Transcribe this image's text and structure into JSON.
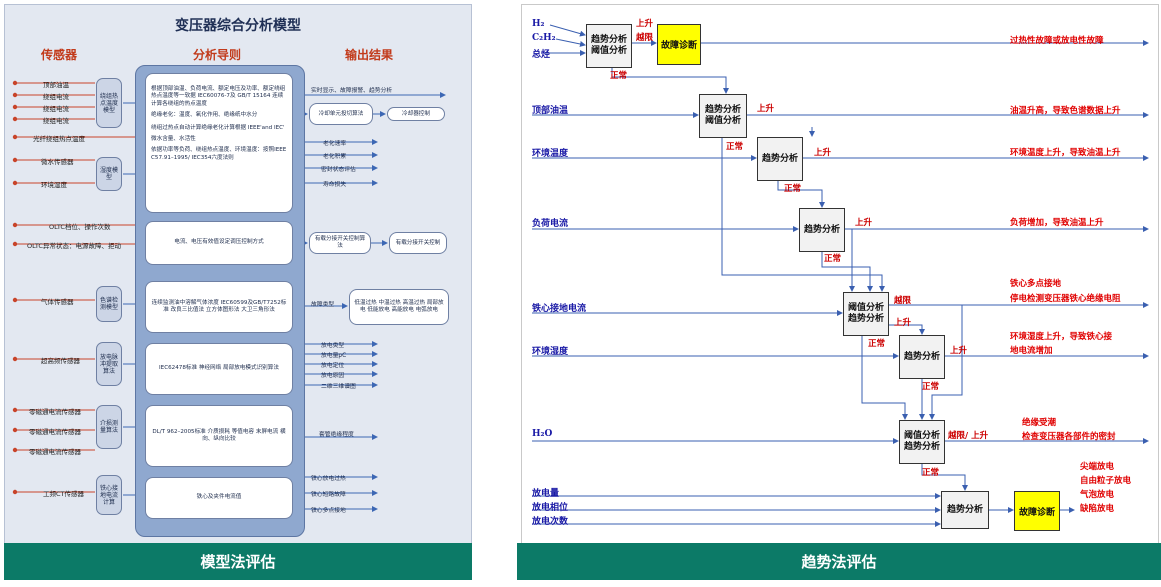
{
  "left": {
    "title": "变压器综合分析模型",
    "headers": {
      "sensors": "传感器",
      "rules": "分析导则",
      "outputs": "输出结果"
    },
    "sensors": [
      "顶部油温",
      "绕组电流",
      "绕组电流",
      "绕组电流",
      "光纤绕组热点温度",
      "微水传感器",
      "环境湿度",
      "OLTC档位、操作次数",
      "OLTC异常状态：电源故障、拒动",
      "气体传感器",
      "超高频传感器",
      "零磁通电流传感器",
      "零磁通电流传感器",
      "零磁通电流传感器",
      "工频CT传感器"
    ],
    "models": [
      "绕组热点温度模型",
      "湿度模型",
      "色谱检测模型",
      "放电脉冲提取算法",
      "介损测量算法",
      "铁心接地电流计算"
    ],
    "rules": {
      "r1": "根据顶部油温、负荷电流、额定电压及功率、额定绕组热点温度等一软据 IEC60076-7及 GB/T 15164 连续计算各绕组的热点温度",
      "r2": "绝缘老化：温度、氧化作用、绝缘纸中水分",
      "r3": "绕组过热点自动计算绝缘老化计算根据 IEEE'and IEC'",
      "r4": "微水含量、水活性",
      "r5": "依据功率等负荷、绕组热点温度、环境温度：按照IEEE C57.91–1995/ IEC354六度法则",
      "r6": "电流、电压有效值设定调压控制方式",
      "r7": "连续监测油中溶解气体浓度 IEC60599及GB/T7252标准 改良三比值法 立方体图形法 大卫三角形法",
      "r8": "IEC62478标准 神经网络 局部放电模式识别算法",
      "r9": "DL/T 962–2005标准 介质损耗 等值电容 末屏电流 横向、纵向比较",
      "r10": "铁心及夹件电流值"
    },
    "outputs": {
      "o1": "实时显示、故障报警、趋势分析",
      "o2box": "冷却单元投切算法",
      "o2res": "冷却器控制",
      "o3": "老化速率",
      "o4": "老化积累",
      "o5": "密封状态评估",
      "o6": "寿命损失",
      "o7box": "有载分接开关控制算法",
      "o7res": "有载分接开关控制",
      "o8": "故障类型",
      "o8res": "低温过热 中温过热 高温过热 局部放电 低能放电 高能放电 电弧放电",
      "pd": [
        "放电类型",
        "放电量pC",
        "放电定位",
        "放电原因",
        "二维三维谱图"
      ],
      "o9": "套管绝缘程度",
      "core": [
        "铁心放电过热",
        "铁心短路故障",
        "铁心多点接地"
      ]
    },
    "footer": "模型法评估"
  },
  "right": {
    "inputs": {
      "h2": "H₂",
      "c2h2": "C₂H₂",
      "total": "总烃",
      "oil_top": "顶部油温",
      "ambient_temp": "环境温度",
      "load": "负荷电流",
      "core_current": "铁心接地电流",
      "ambient_humidity": "环境湿度",
      "h2o": "H₂O",
      "pd_amount": "放电量",
      "pd_phase": "放电相位",
      "pd_count": "放电次数"
    },
    "blocks": {
      "trend_threshold": "趋势分析\n阈值分析",
      "threshold_trend": "阈值分析\n趋势分析",
      "trend": "趋势分析",
      "fault_diag": "故障诊断"
    },
    "labels": {
      "rise": "上升",
      "over": "越限",
      "normal": "正常",
      "over_rise": "越限/ 上升"
    },
    "results": {
      "r1": "过热性故障或放电性故障",
      "r2": "油温升高，导致色谱数据上升",
      "r3": "环境温度上升，导致油温上升",
      "r4": "负荷增加，导致油温上升",
      "r5a": "铁心多点接地",
      "r5b": "停电检测变压器铁心绝缘电阻",
      "r6a": "环境湿度上升，导致铁心接",
      "r6b": "地电流增加",
      "r7a": "绝缘受潮",
      "r7b": "检查变压器各部件的密封",
      "r8": [
        "尖端放电",
        "自由粒子放电",
        "气泡放电",
        "缺陷放电"
      ]
    },
    "footer": "趋势法评估"
  }
}
